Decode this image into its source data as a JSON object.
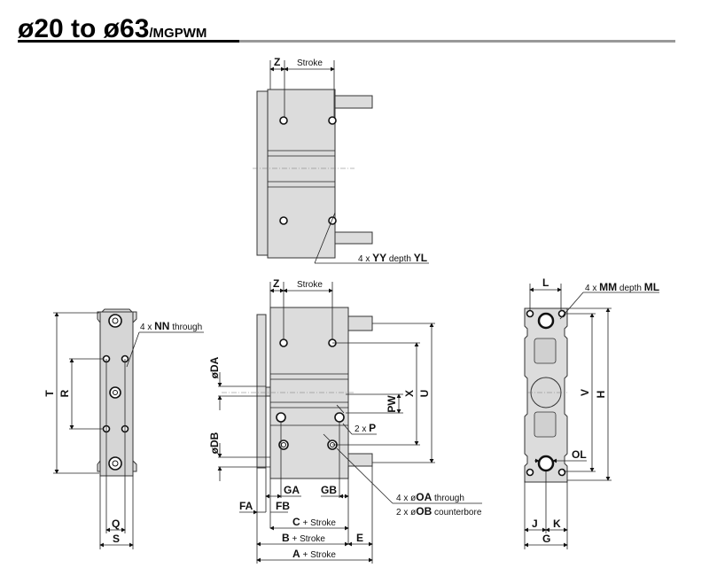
{
  "title": {
    "main": "ø20 to ø63",
    "suffix": "/MGPWM"
  },
  "top_view": {
    "dims": {
      "z": "Z",
      "stroke": "Stroke"
    },
    "note": {
      "prefix": "4 x ",
      "yy": "YY",
      "mid": " depth ",
      "yl": "YL"
    }
  },
  "left_view": {
    "dims": {
      "t": "T",
      "r": "R",
      "q": "Q",
      "s": "S"
    },
    "note": {
      "prefix": "4 x ",
      "nn": "NN",
      "suffix": " through"
    }
  },
  "front_view": {
    "dims": {
      "z": "Z",
      "stroke": "Stroke",
      "da": "øDA",
      "db": "øDB",
      "pw": "PW",
      "x": "X",
      "u": "U",
      "ga": "GA",
      "gb": "GB",
      "fa": "FA",
      "fb": "FB",
      "c": "C",
      "b": "B",
      "a": "A",
      "e": "E",
      "plus_stroke": " + Stroke"
    },
    "p_note": {
      "prefix": "2 x ",
      "p": "P"
    },
    "oa_note": {
      "prefix": "4 x ø",
      "oa": "OA",
      "suffix": " through"
    },
    "ob_note": {
      "prefix": "2 x ø",
      "ob": "OB",
      "suffix": " counterbore"
    }
  },
  "right_view": {
    "dims": {
      "l": "L",
      "v": "V",
      "h": "H",
      "ol": "OL",
      "j": "J",
      "k": "K",
      "g": "G"
    },
    "note": {
      "prefix": "4 x ",
      "mm": "MM",
      "mid": " depth ",
      "ml": "ML"
    }
  }
}
